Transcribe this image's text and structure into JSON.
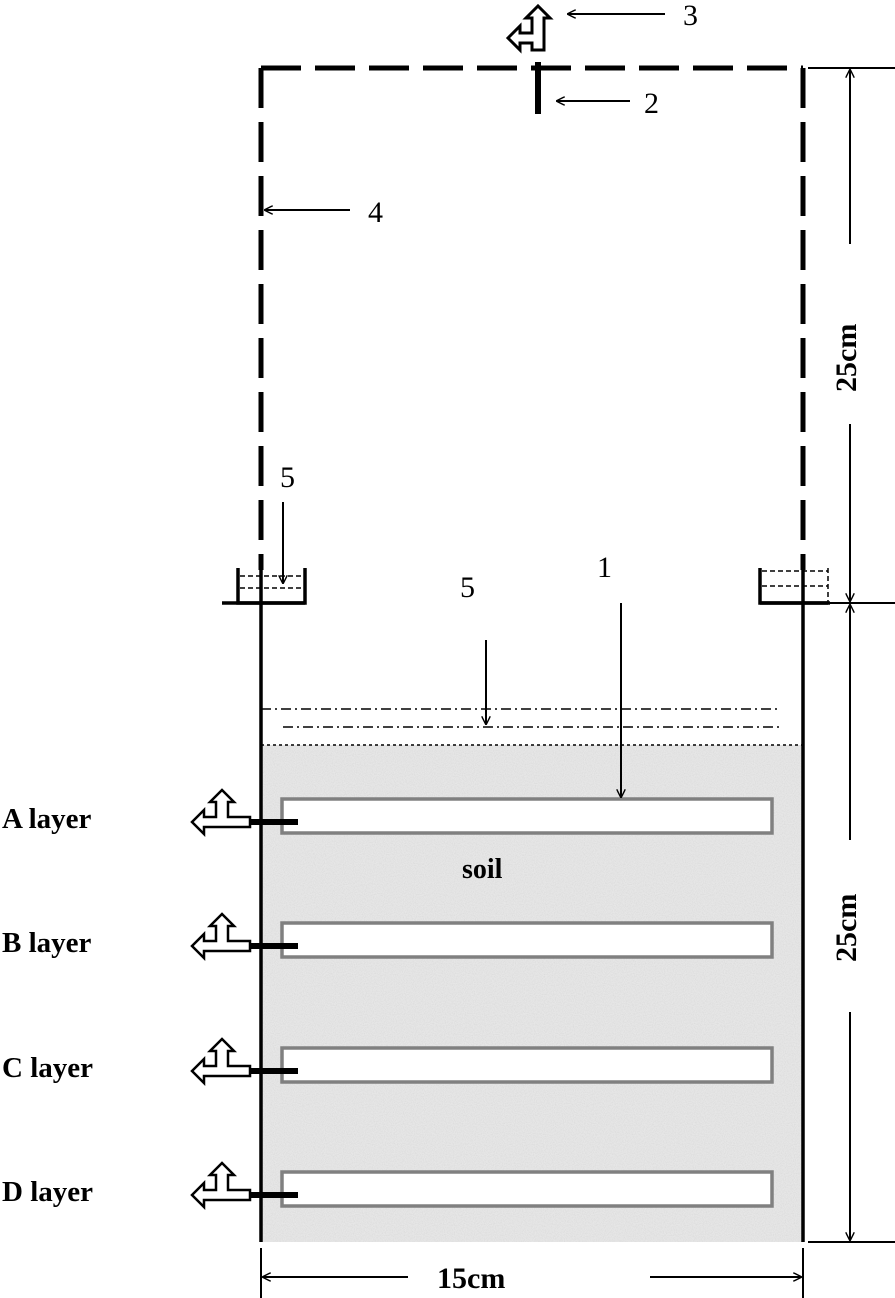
{
  "labels": {
    "one": "1",
    "two": "2",
    "three": "3",
    "four": "4",
    "five_left": "5",
    "five_center": "5"
  },
  "soil_label": "soil",
  "layers": [
    {
      "label": "A layer"
    },
    {
      "label": "B layer"
    },
    {
      "label": "C layer"
    },
    {
      "label": "D layer"
    }
  ],
  "dimensions": {
    "upper_height": "25cm",
    "lower_height": "25cm",
    "width": "15cm"
  },
  "colors": {
    "line": "#000000",
    "soil": "#e6e6e6",
    "tube_stroke": "#808080"
  },
  "icons": [
    "three-way-valve-icon"
  ]
}
